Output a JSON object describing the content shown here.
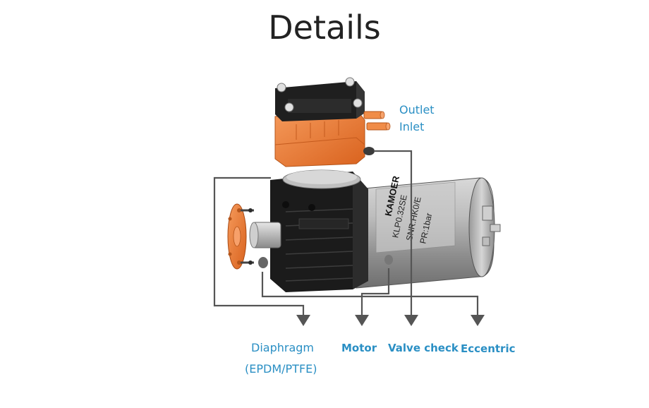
{
  "page": {
    "title": "Details"
  },
  "labels": {
    "outlet": "Outlet",
    "inlet": "Inlet",
    "diaphragm": "Diaphragm",
    "diaphragm_material": "(EPDM/PTFE)",
    "motor": "Motor",
    "valve_check": "Valve check",
    "eccentric": "Eccentric"
  },
  "motor_label": {
    "brand": "KAMOER",
    "model": "KLP0.32SE",
    "serial": "SNR:HK0/E",
    "pressure": "PR:1bar"
  },
  "colors": {
    "label": "#2a8fc4",
    "pump_head": "#f07b35",
    "arrow": "#555555"
  }
}
